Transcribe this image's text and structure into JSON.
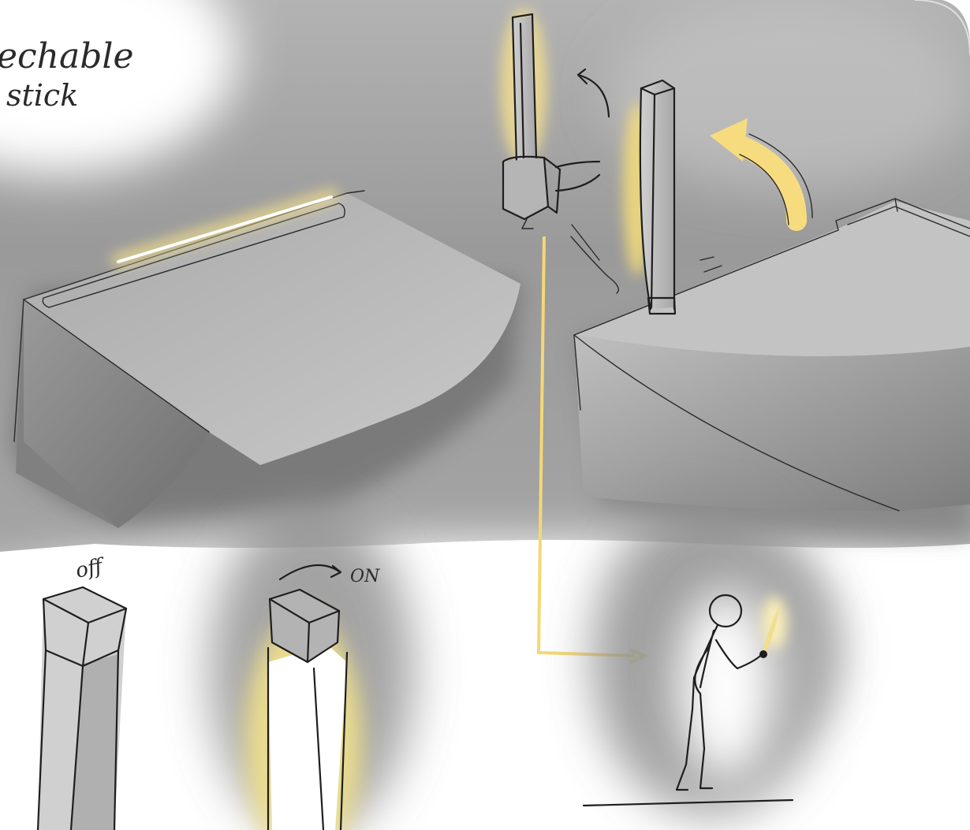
{
  "sketch": {
    "title_line1": "echable",
    "title_line2": "stick",
    "label_off": "off",
    "label_on": "ON"
  },
  "colors": {
    "background_gray": "#9d9d9d",
    "surface_gray": "#c6c6c6",
    "glow_yellow": "#f4dd7a",
    "arrow_yellow": "#f7dc7f",
    "ink": "#1e1e1e"
  },
  "icons": {
    "curved_arrow": "curved-arrow-icon",
    "stick_figure": "stick-figure-icon"
  }
}
